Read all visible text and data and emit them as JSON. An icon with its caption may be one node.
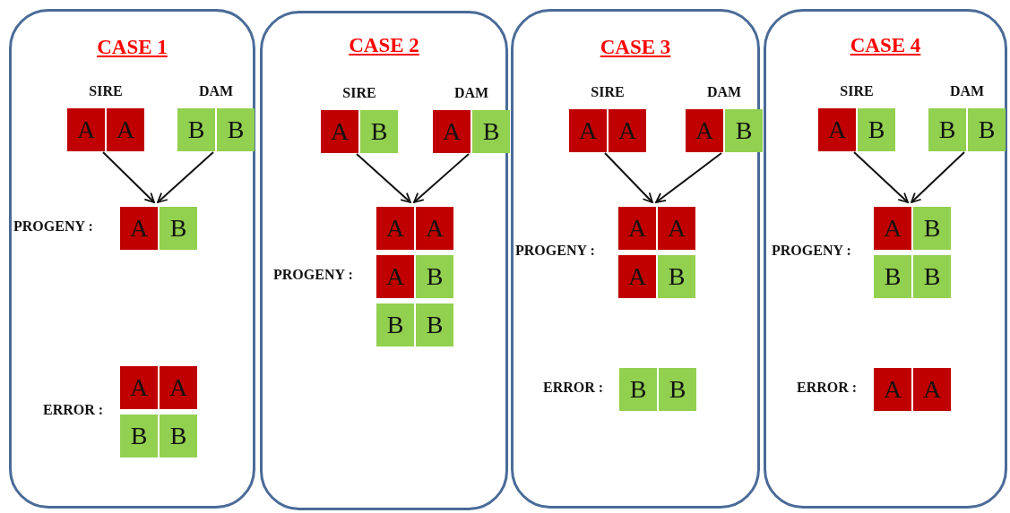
{
  "diagram": {
    "nodes": [
      {
        "text": [
          "CASE 1"
        ]
      },
      {
        "text": [
          "SIRE"
        ],
        "in": 0
      },
      {
        "text": [
          "A"
        ],
        "in": 1
      },
      {
        "text": [
          "A"
        ],
        "in": 1
      },
      {
        "text": [
          "DAM"
        ],
        "in": 0
      },
      {
        "text": [
          "B"
        ],
        "in": 4
      },
      {
        "text": [
          "B"
        ],
        "in": 4
      },
      {
        "text": [
          "PROGENY :"
        ],
        "in": 0
      },
      {
        "text": [
          "A"
        ],
        "in": 7
      },
      {
        "text": [
          "B"
        ],
        "in": 7
      },
      {
        "text": [
          "ERROR :"
        ],
        "in": 0
      },
      {
        "text": [
          "A"
        ],
        "in": 10
      },
      {
        "text": [
          "A"
        ],
        "in": 10
      },
      {
        "text": [
          "B"
        ],
        "in": 10
      },
      {
        "text": [
          "B"
        ],
        "in": 10
      },
      {
        "text": [
          "CASE 2"
        ]
      },
      {
        "text": [
          "SIRE"
        ],
        "in": 15
      },
      {
        "text": [
          "A"
        ],
        "in": 16
      },
      {
        "text": [
          "B"
        ],
        "in": 16
      },
      {
        "text": [
          "DAM"
        ],
        "in": 15
      },
      {
        "text": [
          "A"
        ],
        "in": 19
      },
      {
        "text": [
          "B"
        ],
        "in": 19
      },
      {
        "text": [
          "PROGENY :"
        ],
        "in": 15
      },
      {
        "text": [
          "A"
        ],
        "in": 22
      },
      {
        "text": [
          "A"
        ],
        "in": 22
      },
      {
        "text": [
          "A"
        ],
        "in": 22
      },
      {
        "text": [
          "B"
        ],
        "in": 22
      },
      {
        "text": [
          "B"
        ],
        "in": 22
      },
      {
        "text": [
          "B"
        ],
        "in": 22
      },
      {
        "text": [
          "CASE 3"
        ]
      },
      {
        "text": [
          "SIRE"
        ],
        "in": 29
      },
      {
        "text": [
          "A"
        ],
        "in": 30
      },
      {
        "text": [
          "A"
        ],
        "in": 30
      },
      {
        "text": [
          "DAM"
        ],
        "in": 29
      },
      {
        "text": [
          "A"
        ],
        "in": 33
      },
      {
        "text": [
          "B"
        ],
        "in": 33
      },
      {
        "text": [
          "PROGENY :"
        ],
        "in": 29
      },
      {
        "text": [
          "A"
        ],
        "in": 36
      },
      {
        "text": [
          "A"
        ],
        "in": 36
      },
      {
        "text": [
          "A"
        ],
        "in": 36
      },
      {
        "text": [
          "B"
        ],
        "in": 36
      },
      {
        "text": [
          "ERROR :"
        ],
        "in": 29
      },
      {
        "text": [
          "B"
        ],
        "in": 41
      },
      {
        "text": [
          "B"
        ],
        "in": 41
      },
      {
        "text": [
          "CASE 4"
        ]
      },
      {
        "text": [
          "SIRE"
        ],
        "in": 44
      },
      {
        "text": [
          "A"
        ],
        "in": 45
      },
      {
        "text": [
          "B"
        ],
        "in": 45
      },
      {
        "text": [
          "DAM"
        ],
        "in": 44
      },
      {
        "text": [
          "B"
        ],
        "in": 48
      },
      {
        "text": [
          "B"
        ],
        "in": 48
      },
      {
        "text": [
          "PROGENY :"
        ],
        "in": 44
      },
      {
        "text": [
          "A"
        ],
        "in": 51
      },
      {
        "text": [
          "B"
        ],
        "in": 51
      },
      {
        "text": [
          "B"
        ],
        "in": 51
      },
      {
        "text": [
          "B"
        ],
        "in": 51
      },
      {
        "text": [
          "ERROR :"
        ],
        "in": 44
      },
      {
        "text": [
          "A"
        ],
        "in": 56
      },
      {
        "text": [
          "A"
        ],
        "in": 56
      }
    ],
    "edges": [
      {
        "from": 1,
        "to": 7,
        "arrow": "to"
      },
      {
        "from": 4,
        "to": 7,
        "arrow": "to"
      },
      {
        "from": 16,
        "to": 22,
        "arrow": "to"
      },
      {
        "from": 19,
        "to": 22,
        "arrow": "to"
      },
      {
        "from": 30,
        "to": 36,
        "arrow": "to"
      },
      {
        "from": 33,
        "to": 36,
        "arrow": "to"
      },
      {
        "from": 45,
        "to": 51,
        "arrow": "to"
      },
      {
        "from": 48,
        "to": 51,
        "arrow": "to"
      }
    ]
  }
}
